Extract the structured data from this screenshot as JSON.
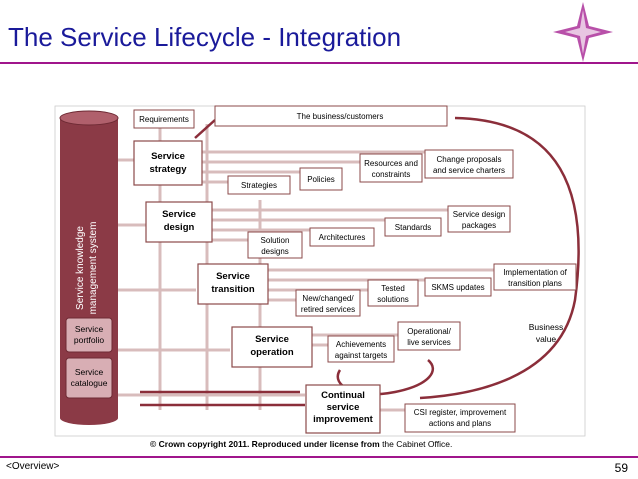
{
  "title": "The Service Lifecycle - Integration",
  "footer": {
    "left": "<Overview>",
    "page": "59"
  },
  "copyright": {
    "bold": "© Crown copyright 2011. Reproduced under license from",
    "normal": "the Cabinet Office."
  },
  "colors": {
    "title": "#1a1a9a",
    "rule": "#a0158c",
    "box_border": "#8b4a4a",
    "arrow": "#d8bcbc",
    "dark_arrow": "#8b2e3a",
    "cylinder": "#8b3a46"
  },
  "diagram": {
    "cylinder": {
      "title_line1": "Service knowledge",
      "title_line2": "management system",
      "portfolio": [
        "Service",
        "portfolio"
      ],
      "catalogue": [
        "Service",
        "catalogue"
      ]
    },
    "stages": {
      "strategy": [
        "Service",
        "strategy"
      ],
      "design": [
        "Service",
        "design"
      ],
      "transition": [
        "Service",
        "transition"
      ],
      "operation": [
        "Service",
        "operation"
      ],
      "improvement": [
        "Continual",
        "service",
        "improvement"
      ]
    },
    "outputs": {
      "requirements": "Requirements",
      "business": "The business/customers",
      "resources": [
        "Resources and",
        "constraints"
      ],
      "change": [
        "Change proposals",
        "and service charters"
      ],
      "policies": "Policies",
      "strategies": "Strategies",
      "standards": "Standards",
      "packages": [
        "Service design",
        "packages"
      ],
      "architectures": "Architectures",
      "solution": [
        "Solution",
        "designs"
      ],
      "implementation": [
        "Implementation of",
        "transition plans"
      ],
      "tested": [
        "Tested",
        "solutions"
      ],
      "skms": "SKMS updates",
      "new_changed": [
        "New/changed/",
        "retired services"
      ],
      "operational": [
        "Operational/",
        "live services"
      ],
      "achievements": [
        "Achievements",
        "against targets"
      ],
      "csi": [
        "CSI register, improvement",
        "actions and plans"
      ]
    },
    "business_value": [
      "Business",
      "value"
    ]
  }
}
